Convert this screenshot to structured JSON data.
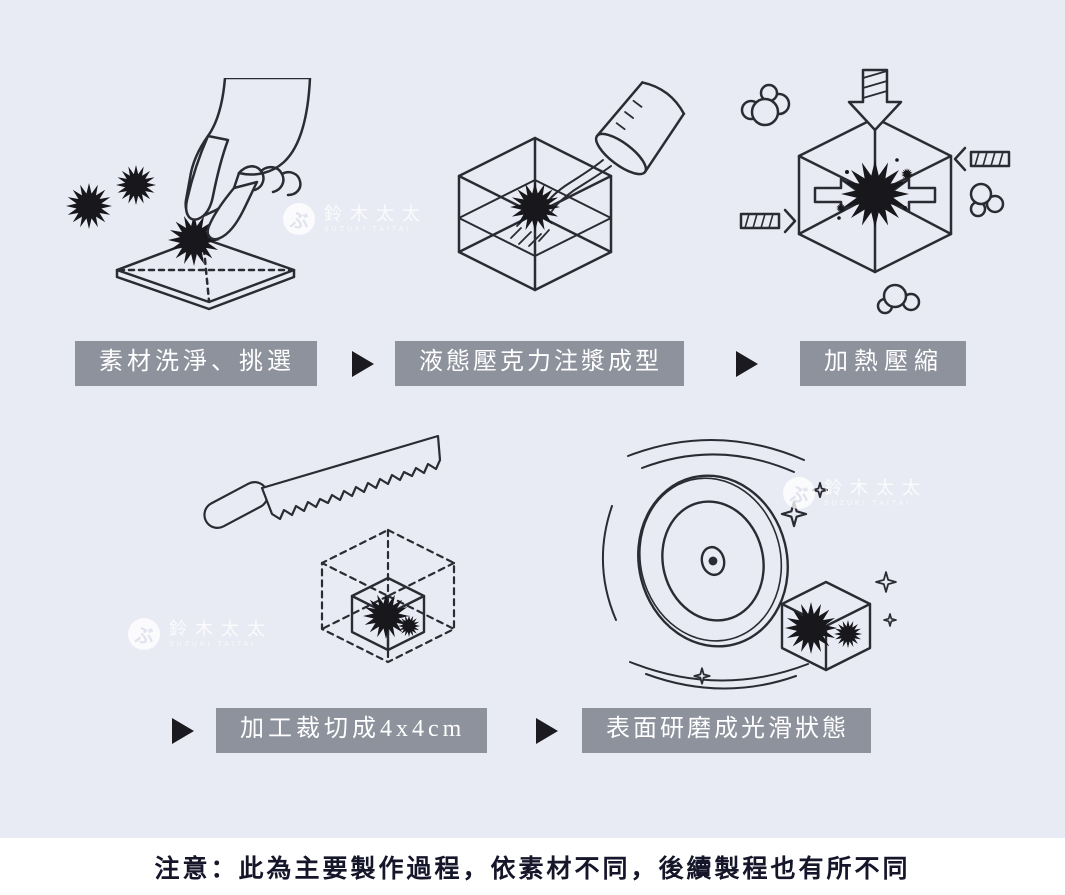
{
  "canvas": {
    "background": "#e9ebf4"
  },
  "colors": {
    "line": "#2b2b33",
    "specimen_fill": "#17171c",
    "label_box_bg": "#8e929d",
    "label_text": "#ffffff",
    "flow_arrow": "#1a1a20",
    "footer_bg": "#ffffff",
    "footer_text": "#16162b"
  },
  "steps": [
    {
      "label": "素材洗淨、挑選"
    },
    {
      "label": "液態壓克力注漿成型"
    },
    {
      "label": "加熱壓縮"
    },
    {
      "label": "加工裁切成4x4cm"
    },
    {
      "label": "表面研磨成光滑狀態"
    }
  ],
  "watermark": {
    "badge_glyph": "ぶ",
    "brand": "鈴木太太",
    "subtext": "SUZUKI TAITAI"
  },
  "footer": {
    "note": "注意：此為主要製作過程，依素材不同，後續製程也有所不同"
  }
}
